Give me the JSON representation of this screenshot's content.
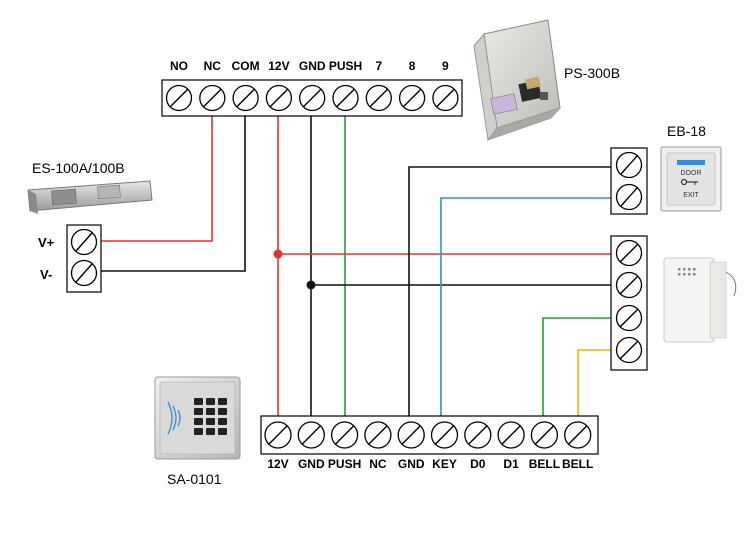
{
  "top_terminal_labels": [
    "NO",
    "NC",
    "COM",
    "12V",
    "GND",
    "PUSH",
    "7",
    "8",
    "9"
  ],
  "bottom_terminal_labels": [
    "12V",
    "GND",
    "PUSH",
    "NC",
    "GND",
    "KEY",
    "D0",
    "D1",
    "BELL",
    "BELL"
  ],
  "devices": {
    "power_supply": {
      "label": "PS-300B"
    },
    "exit_button": {
      "label": "EB-18",
      "face_text_top": "DOOR",
      "face_text_bottom": "EXIT"
    },
    "lock": {
      "label": "ES-100A/100B",
      "pos_label": "V+",
      "neg_label": "V-"
    },
    "keypad": {
      "label": "SA-0101"
    }
  },
  "wire_colors": {
    "red": "#e0352b",
    "black": "#111111",
    "green": "#2a9a3c",
    "blue": "#2f8fd6",
    "yellow": "#f2b400"
  }
}
